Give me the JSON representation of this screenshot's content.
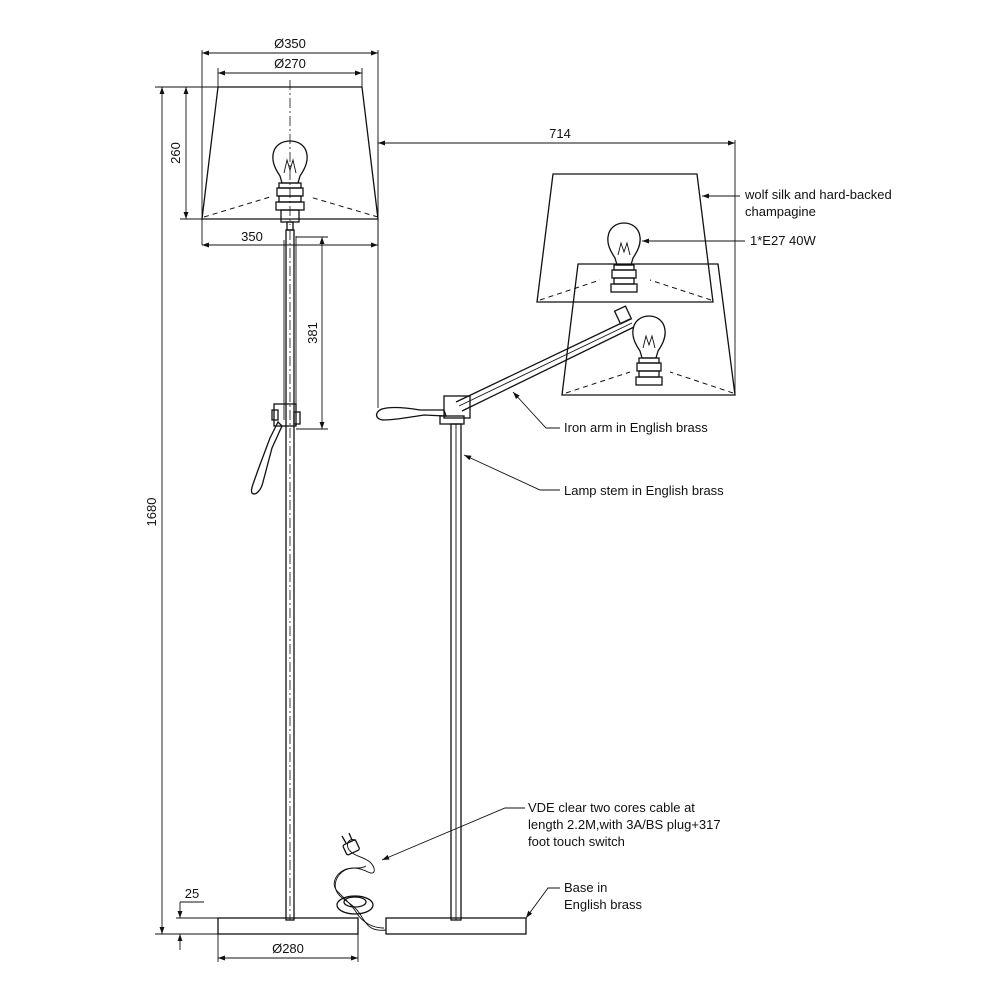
{
  "dimensions": {
    "shade_top_dia": "Ø350",
    "shade_inner_dia": "Ø270",
    "shade_height": "260",
    "shade_bottom_width": "350",
    "arm_adjust": "381",
    "total_height": "1680",
    "reach": "714",
    "base_height": "25",
    "base_dia": "Ø280"
  },
  "callouts": {
    "shade_line1": "wolf silk and hard-backed",
    "shade_line2": "champagine",
    "bulb": "1*E27 40W",
    "arm": "Iron arm in English brass",
    "stem": "Lamp stem in English brass",
    "cable_line1": "VDE clear two cores cable at",
    "cable_line2": "length 2.2M,with 3A/BS plug+317",
    "cable_line3": "foot touch switch",
    "base_line1": "Base in",
    "base_line2": "English brass"
  }
}
